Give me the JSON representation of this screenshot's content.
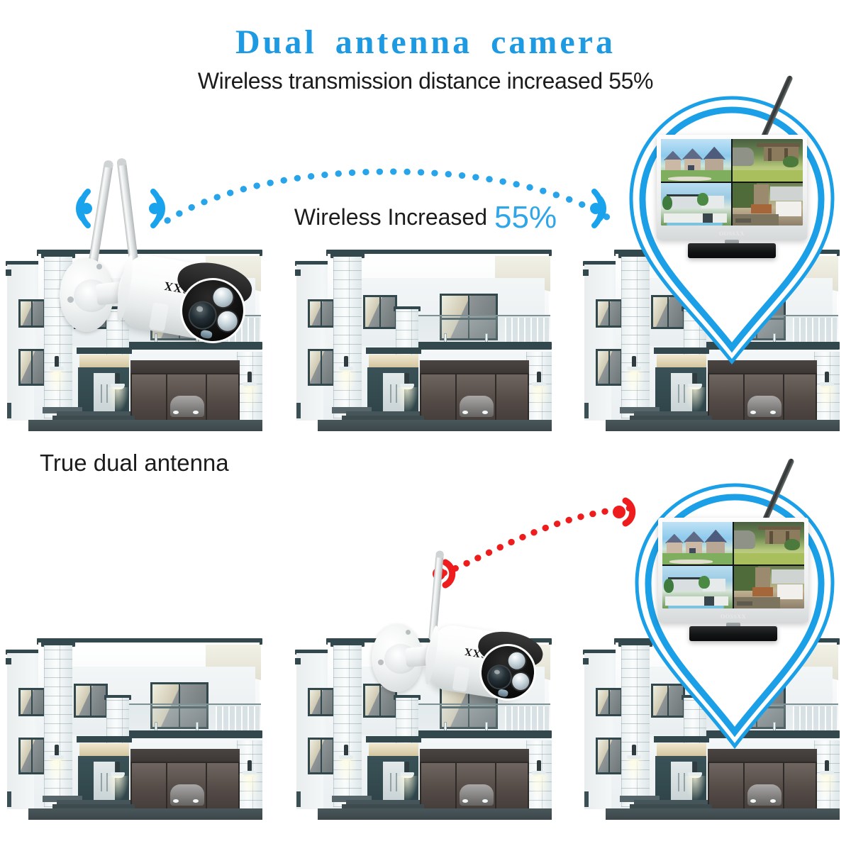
{
  "header": {
    "title": "Dual  antenna  camera",
    "subtitle": "Wireless transmission distance increased 55%"
  },
  "annotations": {
    "arc_label_text": "Wireless Increased",
    "arc_label_value": "55%",
    "caption": "True dual antenna"
  },
  "brand": {
    "camera_label": "OOSSXX",
    "nvr_label": "OOSSXX"
  },
  "colors": {
    "title_blue": "#1d9ae2",
    "accent_blue": "#2ea6e8",
    "signal_blue": "#19a3ec",
    "signal_red": "#ee1c1c",
    "pin_outline": "#1ba0e8",
    "text_dark": "#1c1c1c",
    "roof_dark": "#33484c"
  },
  "scenes": {
    "top": {
      "name": "dual-antenna-scene",
      "camera": {
        "antennas": 2,
        "mounted_on": "house-1"
      },
      "signal_color": "#19a3ec",
      "signal_strength_bars": 3,
      "link_style": "dotted-arc-long"
    },
    "bottom": {
      "name": "single-antenna-scene",
      "camera": {
        "antennas": 1,
        "mounted_on": "house-2"
      },
      "signal_color": "#ee1c1c",
      "signal_strength_bars": 1,
      "link_style": "dotted-arc-short"
    }
  },
  "monitor_quadrants": [
    {
      "id": "q1",
      "label": "suburban-houses-daytime"
    },
    {
      "id": "q2",
      "label": "garden-patio-greenery"
    },
    {
      "id": "q3",
      "label": "modern-house-landscaping"
    },
    {
      "id": "q4",
      "label": "backyard-wooden-deck"
    }
  ],
  "houses": [
    {
      "row": "top",
      "index": 1
    },
    {
      "row": "top",
      "index": 2
    },
    {
      "row": "top",
      "index": 3
    },
    {
      "row": "bottom",
      "index": 1
    },
    {
      "row": "bottom",
      "index": 2
    },
    {
      "row": "bottom",
      "index": 3
    }
  ]
}
